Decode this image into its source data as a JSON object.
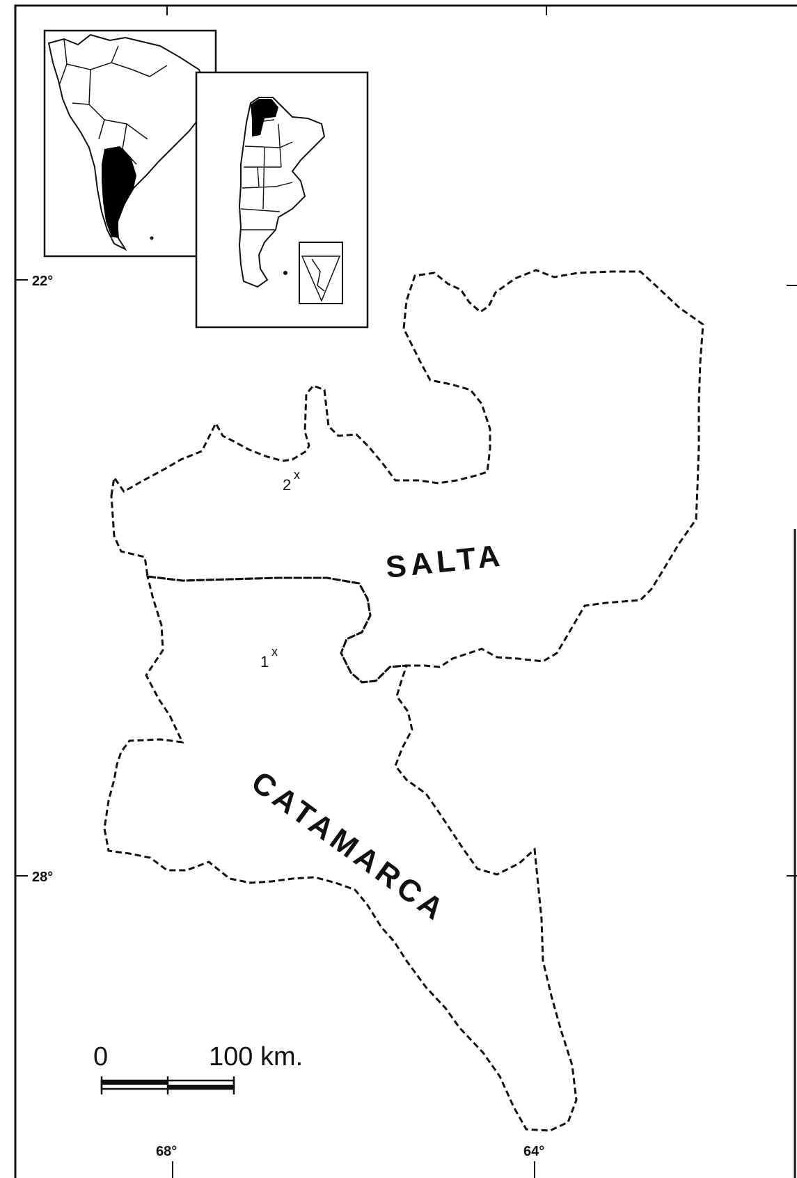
{
  "map": {
    "provinces": [
      {
        "name": "SALTA"
      },
      {
        "name": "CATAMARCA"
      }
    ],
    "sites": [
      {
        "number": "1",
        "mark": "x"
      },
      {
        "number": "2",
        "mark": "x"
      }
    ],
    "latitudes": [
      "22°",
      "28°"
    ],
    "longitudes": [
      "68°",
      "64°"
    ],
    "scale_bar": {
      "start_label": "0",
      "end_label": "100 km."
    },
    "colors": {
      "ink": "#111111",
      "background": "#ffffff",
      "highlight_fill": "#000000"
    }
  }
}
